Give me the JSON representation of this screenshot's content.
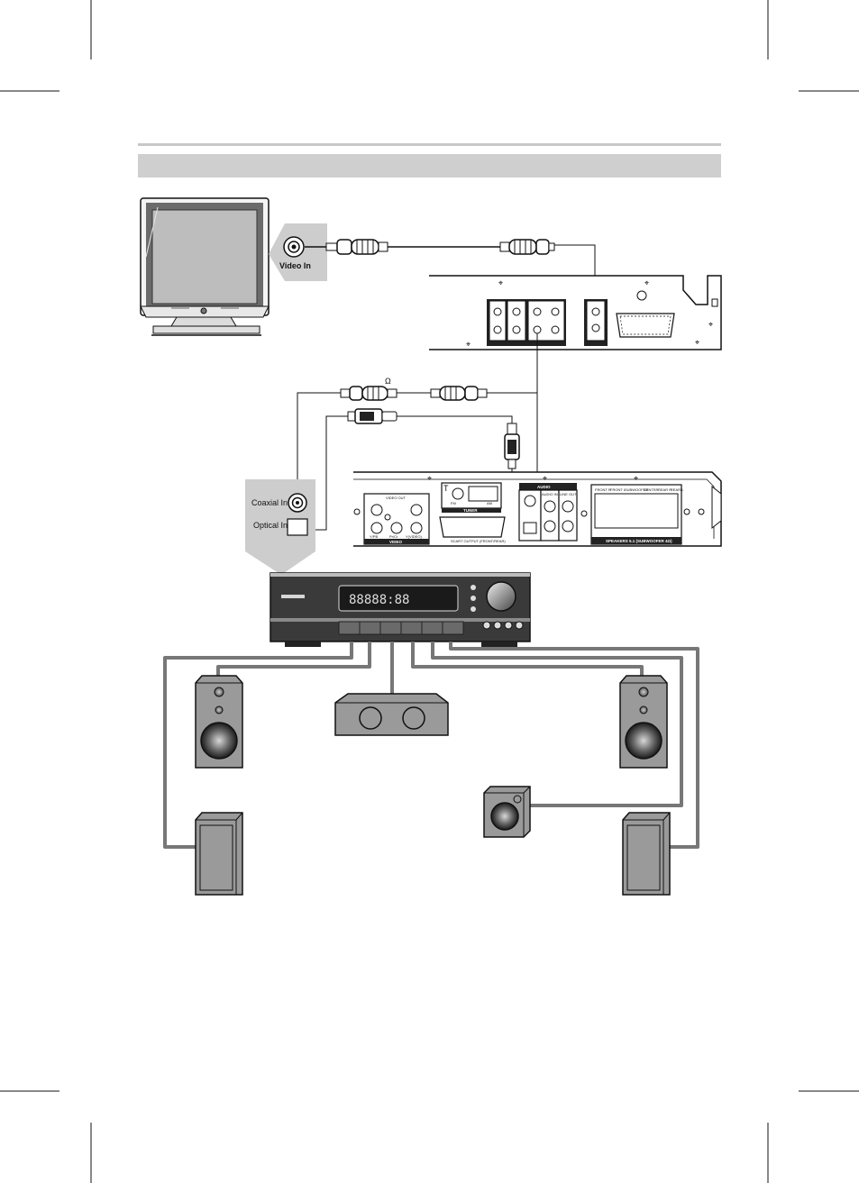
{
  "tv_panel": {
    "video_in_label": "Video In"
  },
  "cable": {
    "omega_label": "Ω"
  },
  "receiver_panel": {
    "coaxial_in_label": "Coaxial In",
    "optical_in_label": "Optical In"
  },
  "player_rear": {
    "video_out_label": "VIDEO OUT",
    "tuner_label": "TUNER",
    "tuner_fm_label": "FM",
    "tuner_am_label": "AM",
    "audio_label": "AUDIO",
    "scart_label": "SCART OUTPUT (FRONT/REAR)",
    "audio_in_label": "AUDIO IN",
    "line_out_label": "LINE OUT",
    "speakers_label": "SPEAKERS 5.1 (SUBWOOFER 4Ω)",
    "speaker_terminal_labels": [
      "FRONT R",
      "FRONT L",
      "SUBWOOFER",
      "CENTER",
      "REAR R",
      "REAR L"
    ],
    "video_jack_labels": [
      "Y/PB",
      "Pr/Cr",
      "Y(VIDEO)",
      "VIDEO"
    ]
  },
  "receiver_front": {
    "display_text": "88888:88"
  }
}
